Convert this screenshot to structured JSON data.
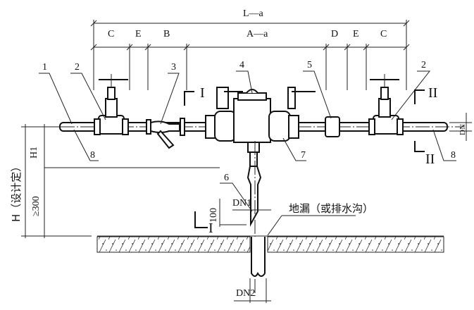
{
  "dimensions": {
    "overall": "L—a",
    "segments": [
      "C",
      "E",
      "B",
      "A—a",
      "D",
      "E",
      "C"
    ],
    "dn": "DN",
    "h1": "H1",
    "h": "H（设计定）",
    "min_gap": "≥300",
    "air_gap": "100",
    "dn1": "DN1",
    "dn2": "DN2"
  },
  "callouts": [
    "1",
    "2",
    "3",
    "4",
    "5",
    "2",
    "8",
    "7",
    "8",
    "6"
  ],
  "sections": {
    "one": "I",
    "two": "II"
  },
  "floor_drain_label": "地漏（或排水沟）"
}
